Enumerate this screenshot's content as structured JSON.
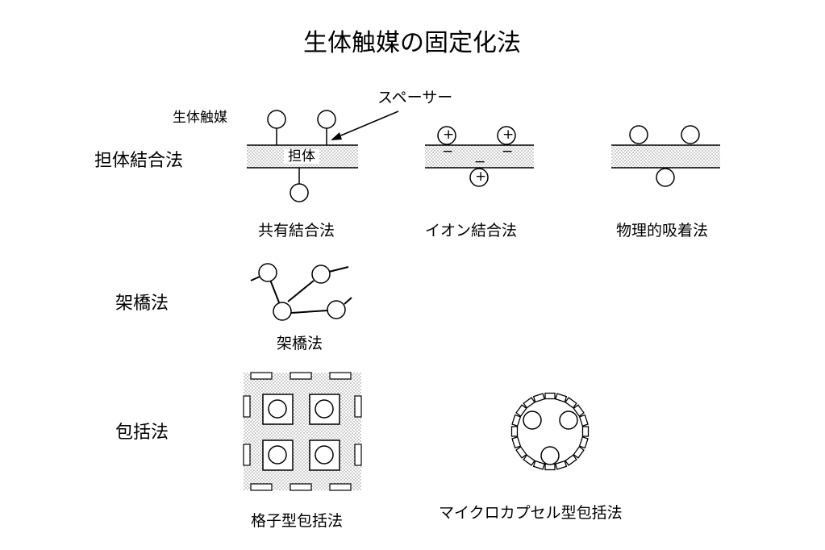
{
  "title": "生体触媒の固定化法",
  "rows": {
    "carrier": "担体結合法",
    "crosslink": "架橋法",
    "entrap": "包括法"
  },
  "labels": {
    "biocatalyst": "生体触媒",
    "spacer": "スペーサー",
    "carrier": "担体"
  },
  "captions": {
    "covalent": "共有結合法",
    "ionic": "イオン結合法",
    "physical": "物理的吸着法",
    "crosslink": "架橋法",
    "lattice": "格子型包括法",
    "microcapsule": "マイクロカプセル型包括法"
  },
  "charge_signs": {
    "plus": "+",
    "minus": "−"
  }
}
